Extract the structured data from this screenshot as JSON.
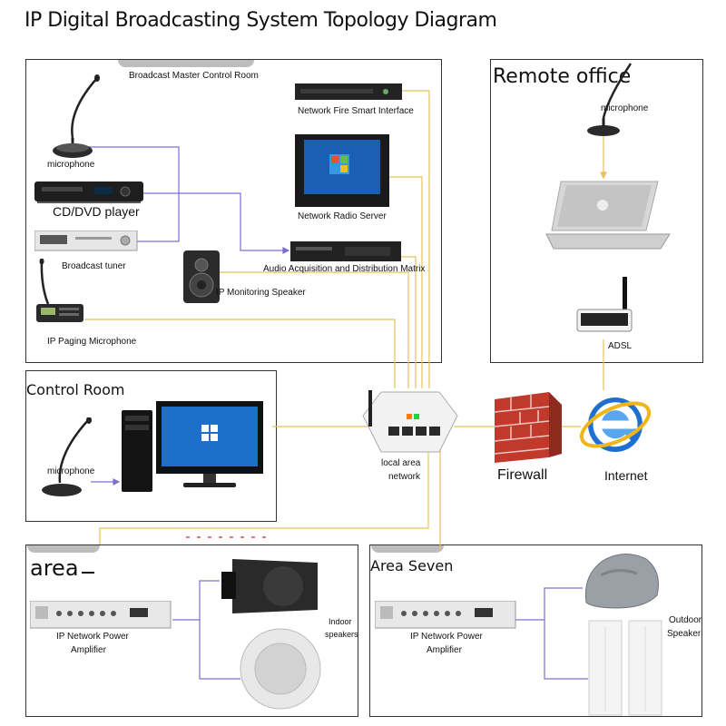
{
  "title": "IP Digital Broadcasting System Topology Diagram",
  "master_room": {
    "title": "Broadcast Master Control Room",
    "microphone": "microphone",
    "cd_player": "CD/DVD player",
    "tuner": "Broadcast tuner",
    "paging_mic": "IP Paging Microphone",
    "monitor_speaker": "IP Monitoring Speaker",
    "fire_interface": "Network Fire Smart Interface",
    "radio_server": "Network Radio Server",
    "matrix": "Audio Acquisition and Distribution Matrix"
  },
  "remote_office": {
    "title": "Remote office",
    "microphone": "microphone",
    "adsl": "ADSL"
  },
  "control_room": {
    "title": "Control Room",
    "microphone": "microphone"
  },
  "network": {
    "lan_line1": "local area",
    "lan_line2": "network",
    "firewall": "Firewall",
    "internet": "Internet"
  },
  "area": {
    "title": "area",
    "amp_line1": "IP Network Power",
    "amp_line2": "Amplifier",
    "speakers_line1": "Indoor",
    "speakers_line2": "speakers"
  },
  "area_seven": {
    "title": "Area Seven",
    "amp_line1": "IP Network Power",
    "amp_line2": "Amplifier",
    "speakers_line1": "Outdoor",
    "speakers_line2": "Speaker"
  },
  "colors": {
    "audio_line": "#7b6fd6",
    "network_line": "#e8c25a",
    "firewall": "#c0392b",
    "internet": "#1f6fd1"
  }
}
